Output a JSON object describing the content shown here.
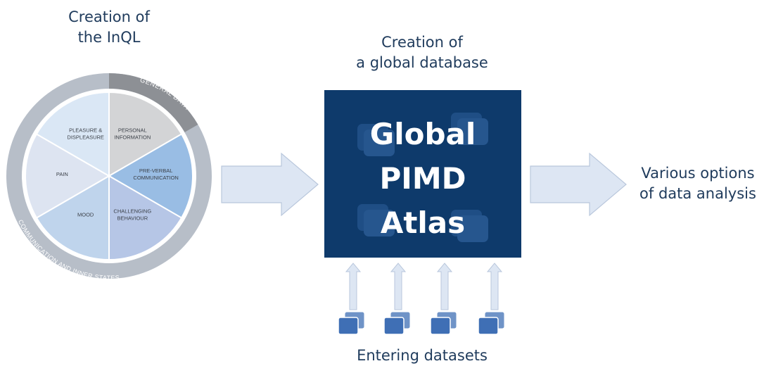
{
  "captions": {
    "inql_line1": "Creation of",
    "inql_line2": "the InQL",
    "db_line1": "Creation of",
    "db_line2": "a global database",
    "analysis_line1": "Various options",
    "analysis_line2": "of data analysis",
    "datasets": "Entering datasets"
  },
  "wheel": {
    "outer_ring_labels": {
      "general": "GENERAL DATA",
      "communication": "COMMUNICATION AND INNER STATES"
    },
    "segments": [
      {
        "id": "personal-information",
        "lines": [
          "PERSONAL",
          "INFORMATION"
        ],
        "color": "#d3d4d6"
      },
      {
        "id": "pre-verbal-communication",
        "lines": [
          "PRE-VERBAL",
          "COMMUNICATION"
        ],
        "color": "#99bde4"
      },
      {
        "id": "challenging-behaviour",
        "lines": [
          "CHALLENGING",
          "BEHAVIOUR"
        ],
        "color": "#b6c6e6"
      },
      {
        "id": "mood",
        "lines": [
          "MOOD"
        ],
        "color": "#bfd4ec"
      },
      {
        "id": "pain",
        "lines": [
          "PAIN"
        ],
        "color": "#dde4f1"
      },
      {
        "id": "pleasure-displeasure",
        "lines": [
          "PLEASURE &",
          "DISPLEASURE"
        ],
        "color": "#dae7f5"
      }
    ]
  },
  "atlas": {
    "line1": "Global",
    "line2": "PIMD",
    "line3": "Atlas"
  },
  "colors": {
    "atlas_bg": "#0e3a6b",
    "arrow_fill": "#dde6f3",
    "arrow_stroke": "#b9c7dc",
    "stack_icon": "#3f6fb5",
    "ring_outer": "#b7bec8",
    "ring_general": "#8d9095",
    "caption_text": "#1f3b5c"
  }
}
